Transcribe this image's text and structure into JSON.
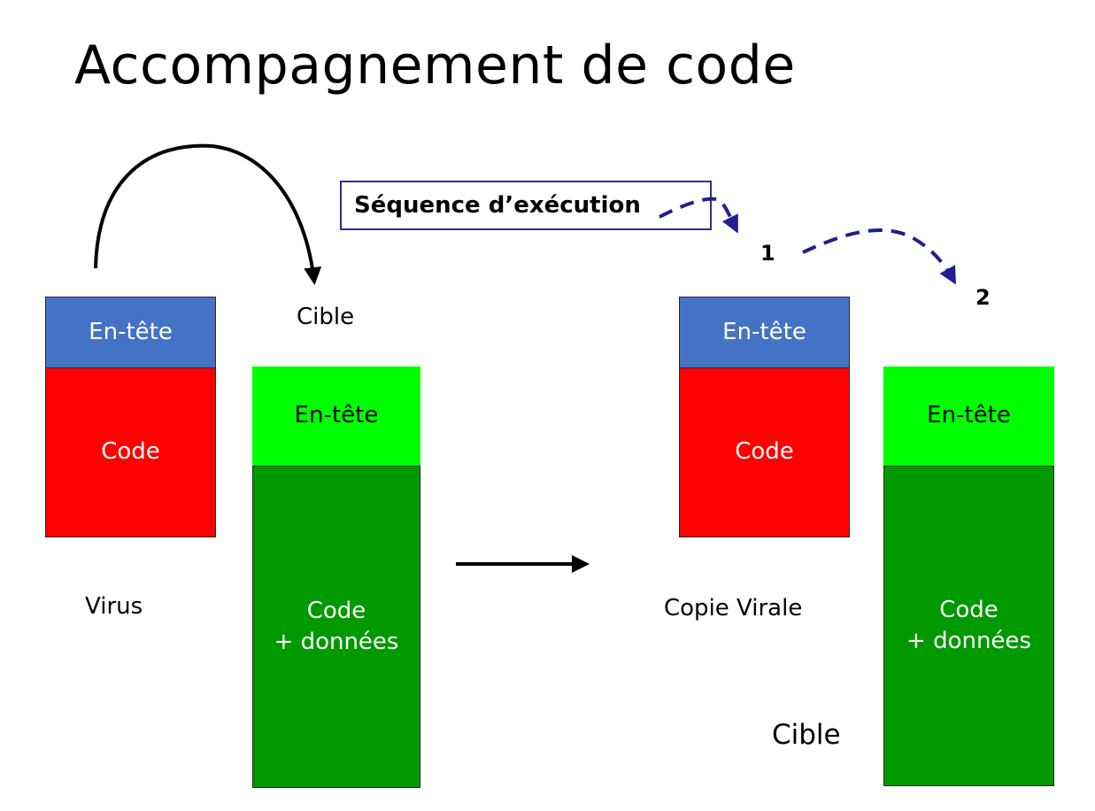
{
  "title": "Accompagnement de code",
  "sequence_label": "Séquence d’exécution",
  "step_numbers": [
    "1",
    "2"
  ],
  "left": {
    "virus_header": "En-tête",
    "virus_code": "Code",
    "virus_label": "Virus",
    "target_label": "Cible",
    "target_header": "En-tête",
    "target_code_line1": "Code",
    "target_code_line2": "+ données"
  },
  "right": {
    "copy_header": "En-tête",
    "copy_code": "Code",
    "copy_label": "Copie Virale",
    "target_header": "En-tête",
    "target_code_line1": "Code",
    "target_code_line2": "+ données",
    "target_label": "Cible"
  },
  "colors": {
    "header_blue": "#4472c4",
    "code_red": "#ff0000",
    "header_green": "#00ff00",
    "data_green": "#009900",
    "sequence_arrow": "#1f1f8f"
  }
}
